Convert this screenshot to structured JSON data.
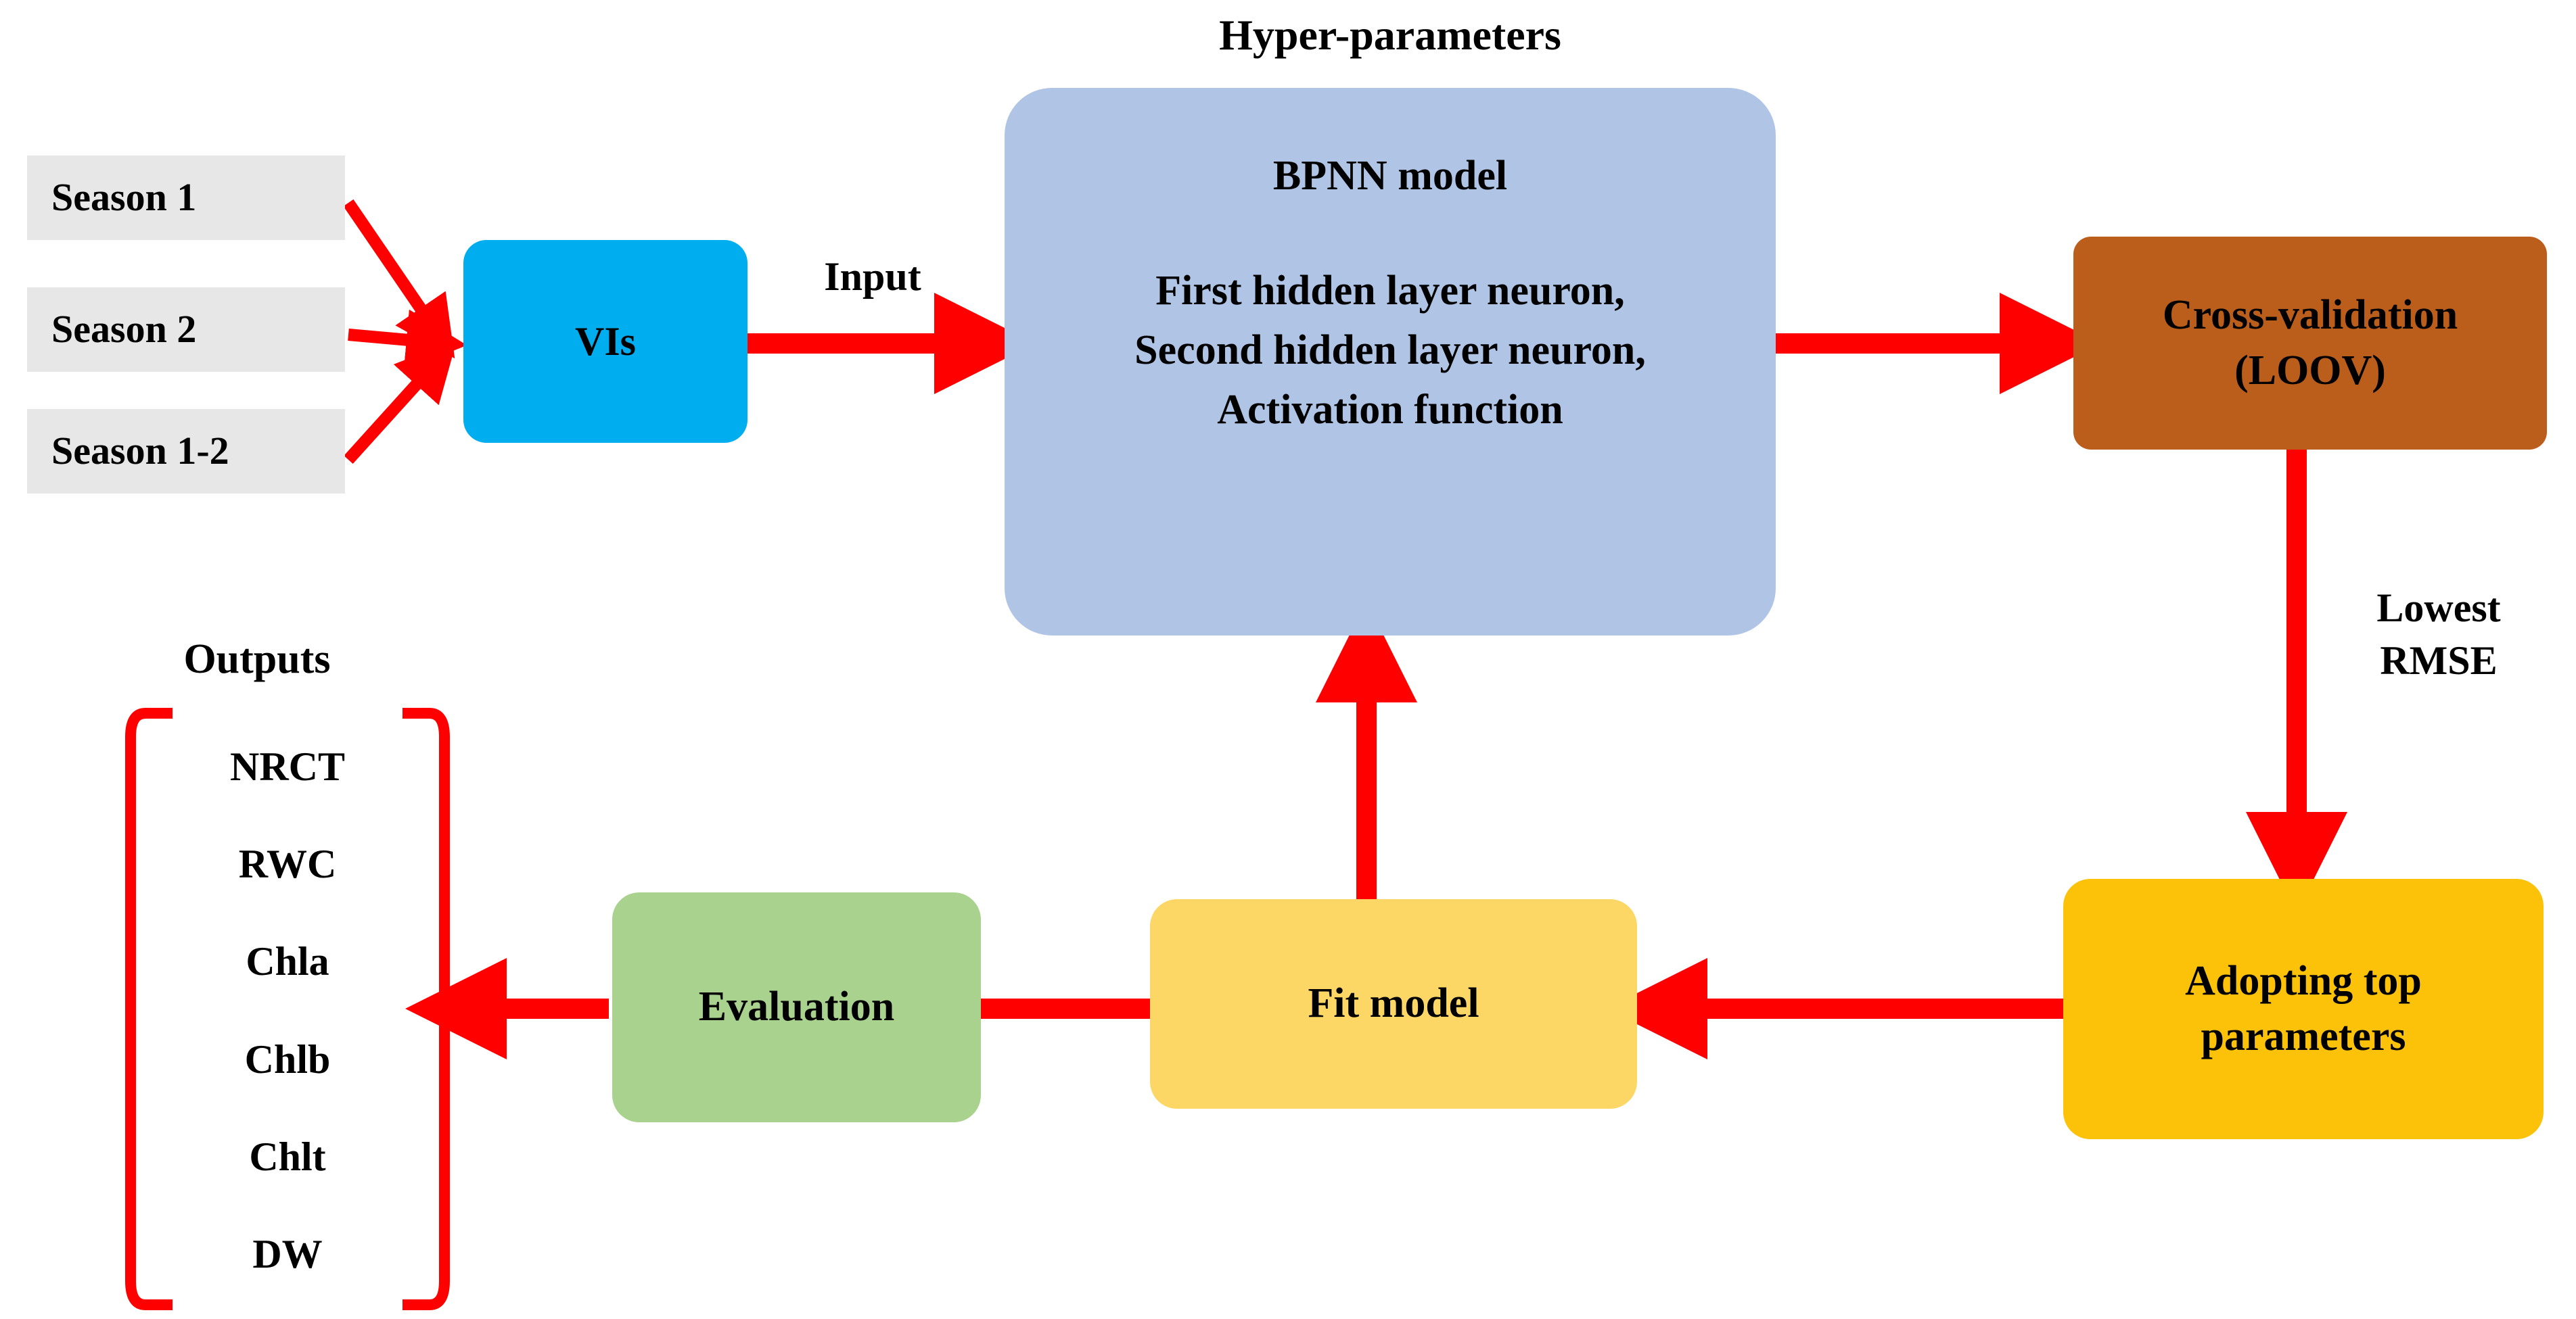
{
  "diagram": {
    "title_label": "Hyper-parameters",
    "outputs_label": "Outputs",
    "input_label": "Input",
    "lowest_rmse_label": "Lowest\nRMSE",
    "arrow_color": "#FF0000",
    "nodes": {
      "season_1": {
        "label": "Season 1",
        "color": "#E7E7E7"
      },
      "season_2": {
        "label": "Season 2",
        "color": "#E7E7E7"
      },
      "season_1_2": {
        "label": "Season 1-2",
        "color": "#E7E7E7"
      },
      "vis": {
        "label": "VIs",
        "color": "#00AEEF"
      },
      "bpnn": {
        "title": "BPNN model",
        "params": "First hidden layer neuron,\nSecond hidden layer neuron,\nActivation function",
        "color": "#B0C4E5"
      },
      "cross_validation": {
        "label": "Cross-validation\n(LOOV)",
        "color": "#BC5E1B"
      },
      "adopting_top_parameters": {
        "label": "Adopting top\nparameters",
        "color": "#FBC209"
      },
      "fit_model": {
        "label": "Fit model",
        "color": "#FCD765"
      },
      "evaluation": {
        "label": "Evaluation",
        "color": "#A8D28D"
      }
    },
    "outputs": [
      "NRCT",
      "RWC",
      "Chla",
      "Chlb",
      "Chlt",
      "DW"
    ],
    "edges": [
      {
        "from": "season_1",
        "to": "vis",
        "label": ""
      },
      {
        "from": "season_2",
        "to": "vis",
        "label": ""
      },
      {
        "from": "season_1_2",
        "to": "vis",
        "label": ""
      },
      {
        "from": "vis",
        "to": "bpnn",
        "label": "Input"
      },
      {
        "from": "bpnn",
        "to": "cross_validation",
        "label": ""
      },
      {
        "from": "cross_validation",
        "to": "adopting_top_parameters",
        "label": "Lowest RMSE"
      },
      {
        "from": "adopting_top_parameters",
        "to": "fit_model",
        "label": ""
      },
      {
        "from": "fit_model",
        "to": "bpnn",
        "label": ""
      },
      {
        "from": "fit_model",
        "to": "evaluation",
        "label": ""
      },
      {
        "from": "evaluation",
        "to": "outputs",
        "label": ""
      }
    ]
  }
}
